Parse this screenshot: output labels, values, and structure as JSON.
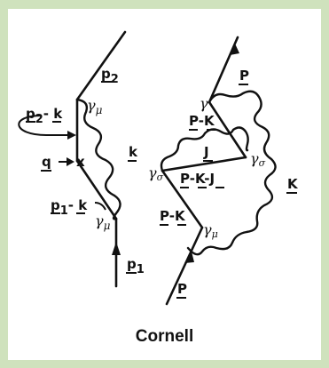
{
  "caption": "Cornell",
  "left_diagram": {
    "momentum_top": "p",
    "momentum_top_sub": "2",
    "vertex_top": "γ",
    "vertex_top_sub": "μ",
    "photon": "k",
    "loop_top": "p",
    "loop_top_sub": "2",
    "loop_top_suffix": "- k",
    "external": "q",
    "vertex_x": "x",
    "loop_bottom": "p",
    "loop_bottom_sub": "1",
    "loop_bottom_suffix": "- k",
    "vertex_bottom": "γ",
    "vertex_bottom_sub": "μ",
    "momentum_bottom": "p",
    "momentum_bottom_sub": "1"
  },
  "right_diagram": {
    "p_top": "P",
    "vertex_top": "γ",
    "upper_leg": "P-K",
    "inner_photon": "J",
    "vertex_right": "γ",
    "vertex_right_sub": "σ",
    "vertex_left": "γ",
    "vertex_left_sub": "σ",
    "middle_leg": "P-K-J",
    "outer_photon": "K",
    "lower_leg": "P-K",
    "vertex_bottom": "γ",
    "vertex_bottom_sub": "μ",
    "p_bottom": "P"
  }
}
